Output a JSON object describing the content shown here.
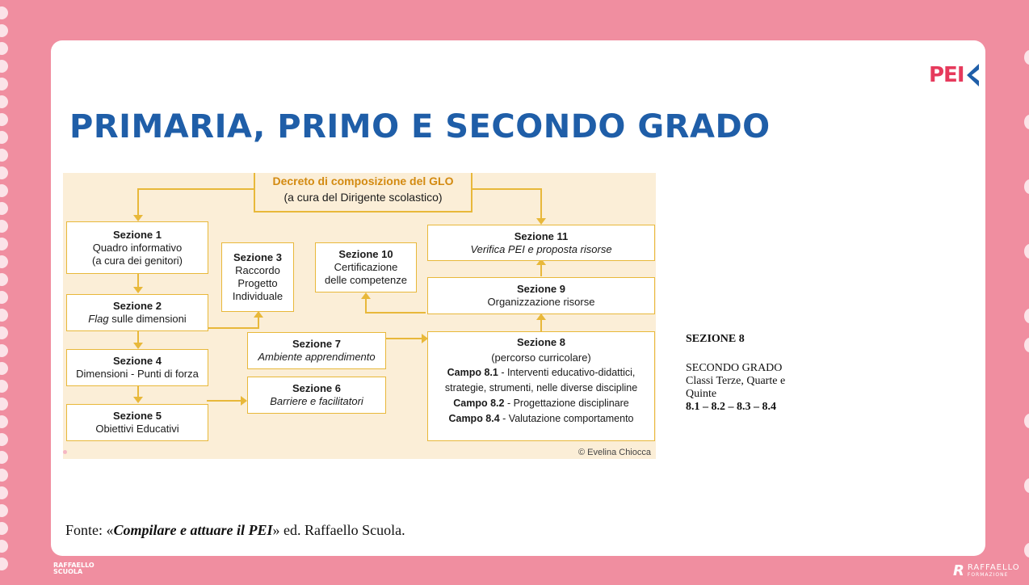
{
  "slide": {
    "title": "PRIMARIA, PRIMO E SECONDO GRADO",
    "logo": "PEI",
    "brand_color": "#1f5ea8",
    "accent_color": "#e63a5c",
    "background_color": "#f08ea0"
  },
  "diagram": {
    "top": {
      "line1": "Decreto di composizione del GLO",
      "line2": "(a cura del Dirigente scolastico)"
    },
    "s1": {
      "title": "Sezione 1",
      "l1": "Quadro informativo",
      "l2": "(a cura dei genitori)"
    },
    "s2": {
      "title": "Sezione 2",
      "l1_italic": "Flag",
      "l1_rest": " sulle dimensioni"
    },
    "s4": {
      "title": "Sezione 4",
      "l1": "Dimensioni - Punti di forza"
    },
    "s5": {
      "title": "Sezione 5",
      "l1": "Obiettivi Educativi"
    },
    "s3": {
      "title": "Sezione 3",
      "l1": "Raccordo",
      "l2": "Progetto",
      "l3": "Individuale"
    },
    "s10": {
      "title": "Sezione 10",
      "l1": "Certificazione",
      "l2": "delle competenze"
    },
    "s11": {
      "title": "Sezione 11",
      "l1": "Verifica PEI e proposta risorse"
    },
    "s9": {
      "title": "Sezione 9",
      "l1": "Organizzazione risorse"
    },
    "s7": {
      "title": "Sezione 7",
      "l1": "Ambiente apprendimento"
    },
    "s6": {
      "title": "Sezione 6",
      "l1": "Barriere e facilitatori"
    },
    "s8": {
      "title": "Sezione 8",
      "l1": "(percorso curricolare)",
      "c1_label": "Campo 8.1",
      "c1_text": " - Interventi educativo-didattici,",
      "c1_text2": "strategie, strumenti, nelle diverse discipline",
      "c2_label": "Campo 8.2",
      "c2_text": " - Progettazione disciplinare",
      "c4_label": "Campo 8.4",
      "c4_text": " - Valutazione comportamento"
    },
    "credit": "© Evelina Chiocca"
  },
  "side_note": {
    "heading": "SEZIONE 8",
    "l1": "SECONDO GRADO",
    "l2": "Classi Terze, Quarte e",
    "l3": "Quinte",
    "l4": "8.1 – 8.2 – 8.3 – 8.4"
  },
  "source": {
    "prefix": "Fonte: «",
    "book": "Compilare e attuare il PEI",
    "suffix": "» ed. Raffaello Scuola."
  },
  "footer": {
    "left_l1": "RAFFAELLO",
    "left_l2": "SCUOLA",
    "right_r": "R",
    "right_l1": "RAFFAELLO",
    "right_l2": "FORMAZIONE"
  }
}
